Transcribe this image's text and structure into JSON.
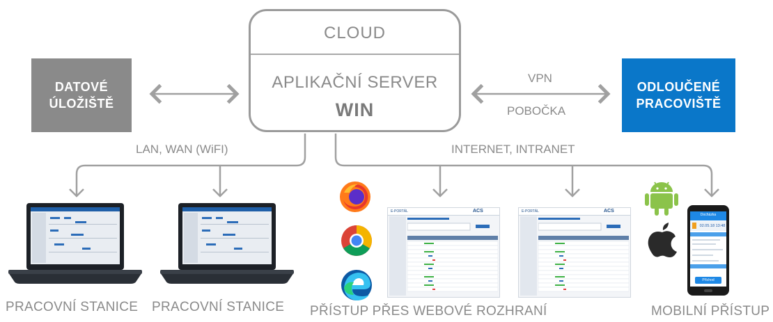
{
  "boxes": {
    "storage": {
      "line1": "DATOVÉ",
      "line2": "ÚLOŽIŠTĚ",
      "color": "#8a8a8a"
    },
    "remote": {
      "line1": "ODLOUČENÉ",
      "line2": "PRACOVIŠTĚ",
      "color": "#0a77c9"
    }
  },
  "cloud": {
    "title": "CLOUD",
    "app_server": "APLIKAČNÍ SERVER",
    "product": "WIN"
  },
  "links": {
    "vpn": "VPN",
    "branch": "POBOČKA",
    "lan": "LAN, WAN (WiFI)",
    "internet": "INTERNET, INTRANET"
  },
  "captions": {
    "workstation_1": "PRACOVNÍ STANICE",
    "workstation_2": "PRACOVNÍ STANICE",
    "web_access": "PŘÍSTUP PŘES WEBOVÉ ROZHRANÍ",
    "mobile_access": "MOBILNÍ PŘÍSTUP"
  },
  "icons": [
    "firefox-icon",
    "chrome-icon",
    "edge-icon",
    "android-icon",
    "apple-icon"
  ],
  "portal": {
    "brand": "ACS",
    "logo_text": "E-PORTÁL"
  },
  "phone": {
    "header": "Docházka",
    "datetime": "02.05.18 13:48",
    "button": "Příchod"
  }
}
